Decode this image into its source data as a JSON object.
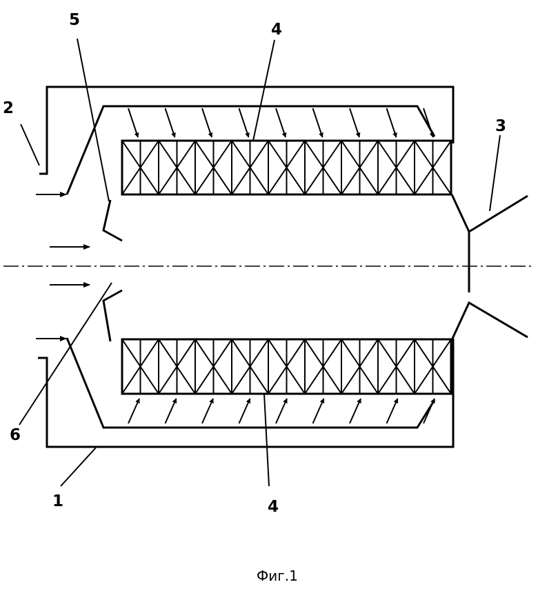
{
  "figure": {
    "caption": "Фиг.1",
    "labels": {
      "l1": "1",
      "l2": "2",
      "l3": "3",
      "l4_top": "4",
      "l4_bottom": "4",
      "l5": "5",
      "l6": "6"
    },
    "stroke_color": "#000000",
    "background_color": "#ffffff",
    "packed_sections_per_bed": 9
  }
}
